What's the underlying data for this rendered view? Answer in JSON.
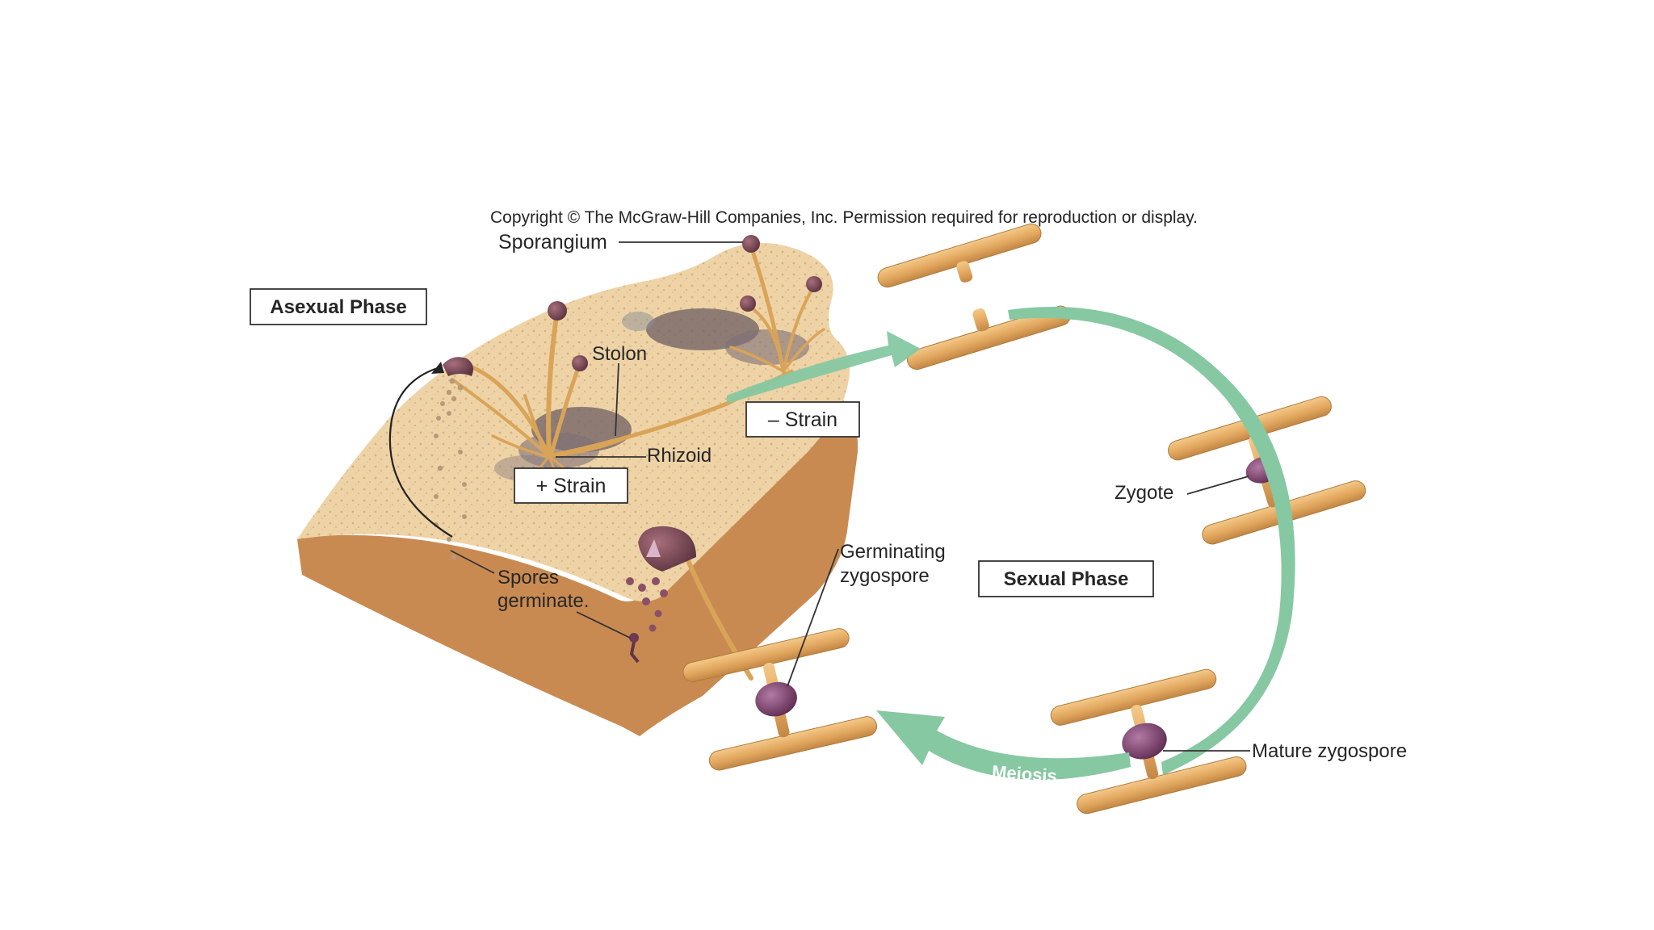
{
  "copyright": "Copyright © The McGraw-Hill Companies, Inc. Permission required for reproduction or display.",
  "phases": {
    "asexual": "Asexual Phase",
    "sexual": "Sexual Phase"
  },
  "strains": {
    "plus": "+ Strain",
    "minus": "– Strain"
  },
  "labels": {
    "sporangium": "Sporangium",
    "stolon": "Stolon",
    "rhizoid": "Rhizoid",
    "spores_line1": "Spores",
    "spores_line2": "germinate.",
    "germinating_line1": "Germinating",
    "germinating_line2": "zygospore",
    "zygote": "Zygote",
    "mature_zygospore": "Mature zygospore",
    "meiosis": "Meiosis"
  },
  "colors": {
    "bread_crust": "#c98a52",
    "bread_face": "#edd0a3",
    "hypha": "#e7b06a",
    "hypha_dark": "#b98038",
    "zygospore": "#7d3f6b",
    "arrow": "#86c8a2",
    "mold": "#6e5f63"
  }
}
